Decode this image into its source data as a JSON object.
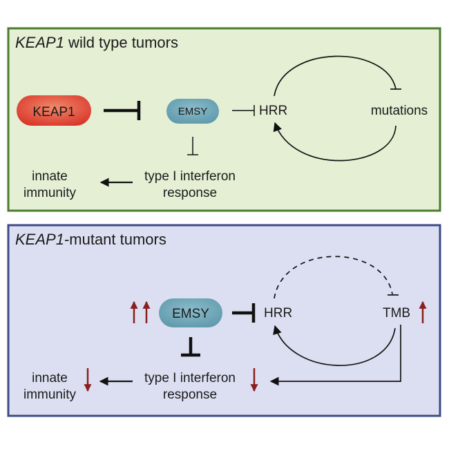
{
  "panels": [
    {
      "title_gene": "KEAP1",
      "title_rest": " wild type tumors",
      "colors": {
        "background": "#e4efd4",
        "border": "#4a7a2c"
      },
      "nodes": {
        "keap1": "KEAP1",
        "emsy": "EMSY",
        "hrr": "HRR",
        "mutations": "mutations",
        "ifn_line1": "type I interferon",
        "ifn_line2": "response",
        "innate_line1": "innate",
        "innate_line2": "immunity"
      }
    },
    {
      "title_gene": "KEAP1",
      "title_rest": "-mutant tumors",
      "colors": {
        "background": "#dcdff1",
        "border": "#3d4a86"
      },
      "nodes": {
        "emsy": "EMSY",
        "hrr": "HRR",
        "tmb": "TMB",
        "ifn_line1": "type I interferon",
        "ifn_line2": "response",
        "innate_line1": "innate",
        "innate_line2": "immunity"
      }
    }
  ],
  "colors": {
    "keap1_fill": "#d9352a",
    "emsy_fill": "#6aa3b4",
    "indicator_arrow": "#8b1e1e",
    "line": "#111111"
  },
  "icons": [
    "up-arrow-icon",
    "down-arrow-icon",
    "inhibition-bar-icon",
    "activation-arrow-icon"
  ]
}
